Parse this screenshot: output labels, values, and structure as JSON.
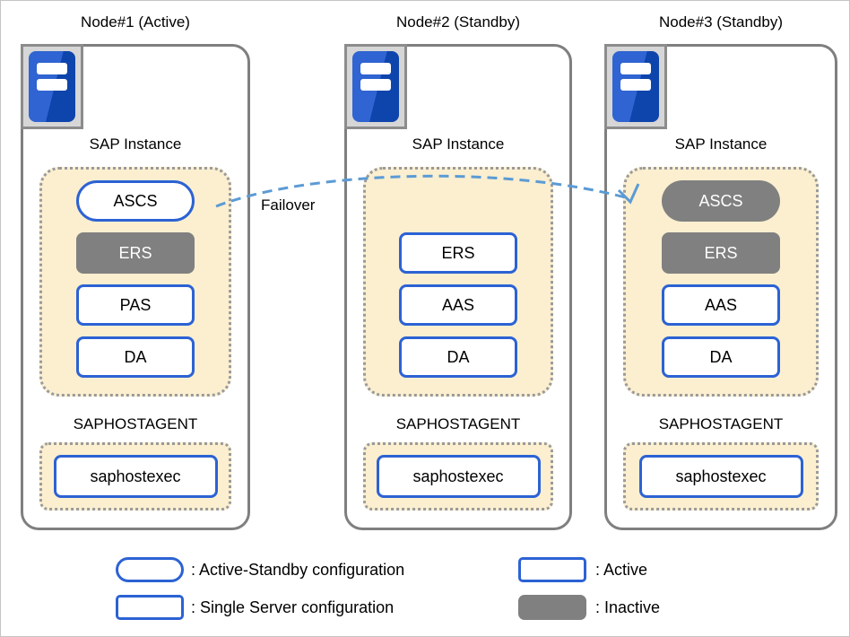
{
  "nodes": [
    {
      "title": "Node#1 (Active)",
      "icon": "server-icon",
      "instance_section": {
        "label": "SAP Instance",
        "units": [
          {
            "label": "ASCS",
            "shape": "pill",
            "state": "active"
          },
          {
            "label": "ERS",
            "shape": "rect",
            "state": "inactive"
          },
          {
            "label": "PAS",
            "shape": "rect",
            "state": "active"
          },
          {
            "label": "DA",
            "shape": "rect",
            "state": "active"
          }
        ]
      },
      "hostagent_section": {
        "label": "SAPHOSTAGENT",
        "unit": {
          "label": "saphostexec",
          "state": "active"
        }
      }
    },
    {
      "title": "Node#2 (Standby)",
      "icon": "server-icon",
      "instance_section": {
        "label": "SAP Instance",
        "units": [
          {
            "label": "ERS",
            "shape": "rect",
            "state": "active"
          },
          {
            "label": "AAS",
            "shape": "rect",
            "state": "active"
          },
          {
            "label": "DA",
            "shape": "rect",
            "state": "active"
          }
        ]
      },
      "hostagent_section": {
        "label": "SAPHOSTAGENT",
        "unit": {
          "label": "saphostexec",
          "state": "active"
        }
      }
    },
    {
      "title": "Node#3 (Standby)",
      "icon": "server-icon",
      "instance_section": {
        "label": "SAP Instance",
        "units": [
          {
            "label": "ASCS",
            "shape": "pill",
            "state": "inactive"
          },
          {
            "label": "ERS",
            "shape": "rect",
            "state": "inactive"
          },
          {
            "label": "AAS",
            "shape": "rect",
            "state": "active"
          },
          {
            "label": "DA",
            "shape": "rect",
            "state": "active"
          }
        ]
      },
      "hostagent_section": {
        "label": "SAPHOSTAGENT",
        "unit": {
          "label": "saphostexec",
          "state": "active"
        }
      }
    }
  ],
  "failover": {
    "label": "Failover"
  },
  "legend": {
    "items": [
      {
        "swatch": "active-standby-pill",
        "label": ": Active-Standby configuration"
      },
      {
        "swatch": "single-server-rect",
        "label": ": Single Server configuration"
      },
      {
        "swatch": "active-rect",
        "label": ": Active"
      },
      {
        "swatch": "inactive-rect",
        "label": ": Inactive"
      }
    ]
  },
  "colors": {
    "accent_blue": "#2c62d4",
    "inactive_gray": "#808080",
    "instance_background": "#fbefd0",
    "node_border_gray": "#7f7f7f",
    "failover_blue": "#5b9bd5",
    "icon_blue_light": "#2f64d2",
    "icon_blue_dark": "#0e45ac"
  }
}
